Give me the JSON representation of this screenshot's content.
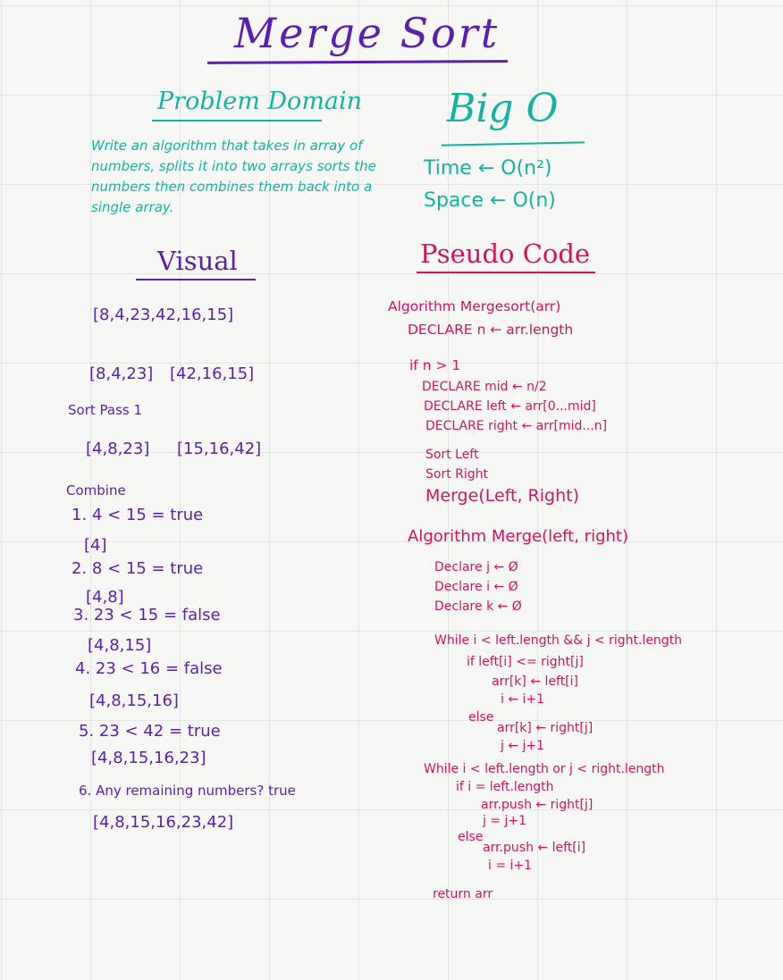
{
  "title": "Merge Sort",
  "problem_domain": {
    "heading": "Problem Domain",
    "text": "Write an algorithm that takes in array of numbers, splits it into two arrays sorts the numbers then combines them back into a single array."
  },
  "big_o": {
    "heading": "Big O",
    "time": "Time ← O(n²)",
    "space": "Space ← O(n)"
  },
  "visual": {
    "heading": "Visual",
    "initial": "[8,4,23,42,16,15]",
    "split_left": "[8,4,23]",
    "split_right": "[42,16,15]",
    "sort_pass_label": "Sort Pass 1",
    "sorted_left": "[4,8,23]",
    "sorted_right": "[15,16,42]",
    "combine_label": "Combine",
    "steps": [
      {
        "compare": "1. 4 < 15 = true",
        "result": "[4]"
      },
      {
        "compare": "2. 8 < 15 = true",
        "result": "[4,8]"
      },
      {
        "compare": "3. 23 < 15 = false",
        "result": "[4,8,15]"
      },
      {
        "compare": "4. 23 < 16 = false",
        "result": "[4,8,15,16]"
      },
      {
        "compare": "5. 23 < 42 = true",
        "result": "[4,8,15,16,23]"
      },
      {
        "compare": "6. Any remaining numbers? true",
        "result": "[4,8,15,16,23,42]"
      }
    ]
  },
  "pseudo_code": {
    "heading": "Pseudo Code",
    "mergesort_lines": [
      "Algorithm Mergesort(arr)",
      "DECLARE n ← arr.length",
      "if n > 1",
      "DECLARE mid ← n/2",
      "DECLARE left ← arr[0...mid]",
      "DECLARE right ← arr[mid...n]",
      "Sort Left",
      "Sort Right",
      "Merge(Left, Right)"
    ],
    "merge_lines": [
      "Algorithm Merge(left, right)",
      "Declare j ← Ø",
      "Declare i ← Ø",
      "Declare k ← Ø",
      "While i < left.length && j < right.length",
      "if left[i] <= right[j]",
      "arr[k] ← left[i]",
      "i ← i+1",
      "else",
      "arr[k] ← right[j]",
      "j ← j+1",
      "While i < left.length or j < right.length",
      "if i = left.length",
      "arr.push ← right[j]",
      "j = j+1",
      "else",
      "arr.push ← left[i]",
      "i = i+1",
      "return arr"
    ]
  }
}
